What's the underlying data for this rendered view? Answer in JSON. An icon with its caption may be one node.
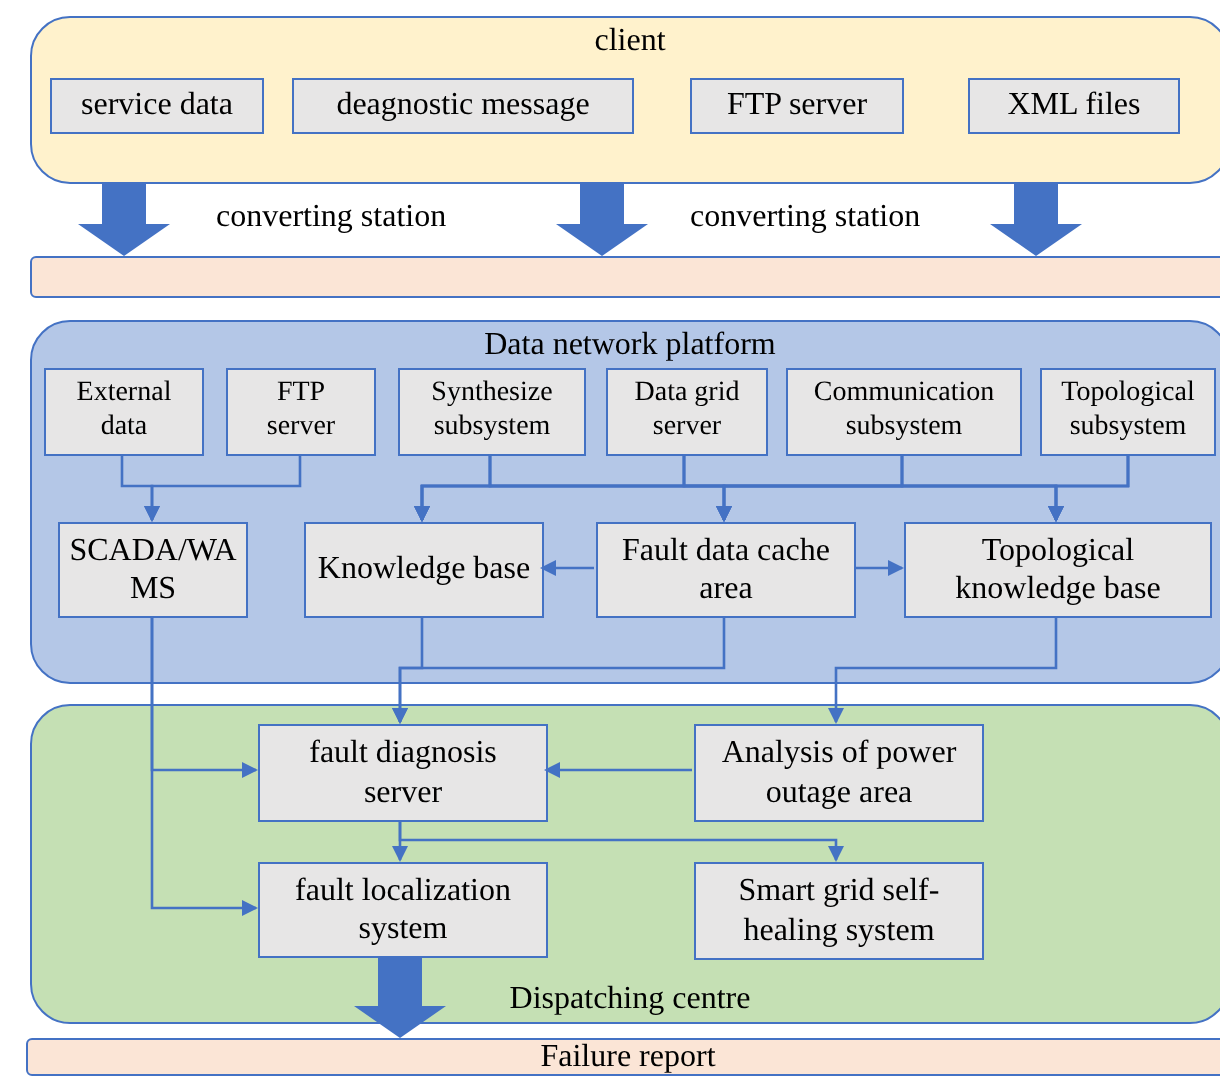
{
  "diagram": {
    "nodes": [
      {
        "text": [
          "client"
        ]
      },
      {
        "text": [
          "service data"
        ],
        "in": 0
      },
      {
        "text": [
          "deagnostic message"
        ],
        "in": 0
      },
      {
        "text": [
          "FTP server"
        ],
        "in": 0
      },
      {
        "text": [
          "XML files"
        ],
        "in": 0
      },
      {
        "text": [],
        "shape": "bar"
      },
      {
        "text": [
          "Data network platform"
        ]
      },
      {
        "text": [
          "External data"
        ],
        "in": 6
      },
      {
        "text": [
          "FTP server"
        ],
        "in": 6
      },
      {
        "text": [
          "Synthesize subsystem"
        ],
        "in": 6
      },
      {
        "text": [
          "Data grid server"
        ],
        "in": 6
      },
      {
        "text": [
          "Communication subsystem"
        ],
        "in": 6
      },
      {
        "text": [
          "Topological subsystem"
        ],
        "in": 6
      },
      {
        "text": [
          "SCADA/WAMS"
        ],
        "in": 6
      },
      {
        "text": [
          "Knowledge base"
        ],
        "in": 6
      },
      {
        "text": [
          "Fault data cache area"
        ],
        "in": 6
      },
      {
        "text": [
          "Topological knowledge base"
        ],
        "in": 6
      },
      {
        "text": [
          "Dispatching centre"
        ]
      },
      {
        "text": [
          "fault diagnosis server"
        ],
        "in": 17
      },
      {
        "text": [
          "Analysis of power outage area"
        ],
        "in": 17
      },
      {
        "text": [
          "fault localization system"
        ],
        "in": 17
      },
      {
        "text": [
          "Smart grid self-healing system"
        ],
        "in": 17
      },
      {
        "text": [
          "Failure report"
        ]
      }
    ],
    "edges": [
      {
        "from": 0,
        "to": 5,
        "arrow": "to",
        "style": "thick"
      },
      {
        "from": 0,
        "to": 5,
        "arrow": "to",
        "style": "thick"
      },
      {
        "from": 0,
        "to": 5,
        "arrow": "to",
        "style": "thick"
      },
      {
        "from": 7,
        "to": 13,
        "arrow": "to"
      },
      {
        "from": 8,
        "to": 13,
        "arrow": "to"
      },
      {
        "from": 9,
        "to": 14,
        "arrow": "to"
      },
      {
        "from": 9,
        "to": 15,
        "arrow": "to"
      },
      {
        "from": 9,
        "to": 16,
        "arrow": "to"
      },
      {
        "from": 10,
        "to": 14,
        "arrow": "to"
      },
      {
        "from": 10,
        "to": 15,
        "arrow": "to"
      },
      {
        "from": 10,
        "to": 16,
        "arrow": "to"
      },
      {
        "from": 11,
        "to": 14,
        "arrow": "to"
      },
      {
        "from": 11,
        "to": 15,
        "arrow": "to"
      },
      {
        "from": 11,
        "to": 16,
        "arrow": "to"
      },
      {
        "from": 12,
        "to": 14,
        "arrow": "to"
      },
      {
        "from": 12,
        "to": 15,
        "arrow": "to"
      },
      {
        "from": 12,
        "to": 16,
        "arrow": "to"
      },
      {
        "from": 15,
        "to": 14,
        "arrow": "to"
      },
      {
        "from": 15,
        "to": 16,
        "arrow": "to"
      },
      {
        "from": 14,
        "to": 18,
        "arrow": "to"
      },
      {
        "from": 15,
        "to": 18,
        "arrow": "to"
      },
      {
        "from": 16,
        "to": 19,
        "arrow": "to"
      },
      {
        "from": 13,
        "to": 18,
        "arrow": "to"
      },
      {
        "from": 13,
        "to": 20,
        "arrow": "to"
      },
      {
        "from": 19,
        "to": 18,
        "arrow": "to"
      },
      {
        "from": 18,
        "to": 20,
        "arrow": "to"
      },
      {
        "from": 18,
        "to": 21,
        "arrow": "to"
      },
      {
        "from": 20,
        "to": 22,
        "arrow": "to",
        "style": "thick"
      }
    ],
    "labels": [
      "converting station",
      "converting station"
    ]
  }
}
